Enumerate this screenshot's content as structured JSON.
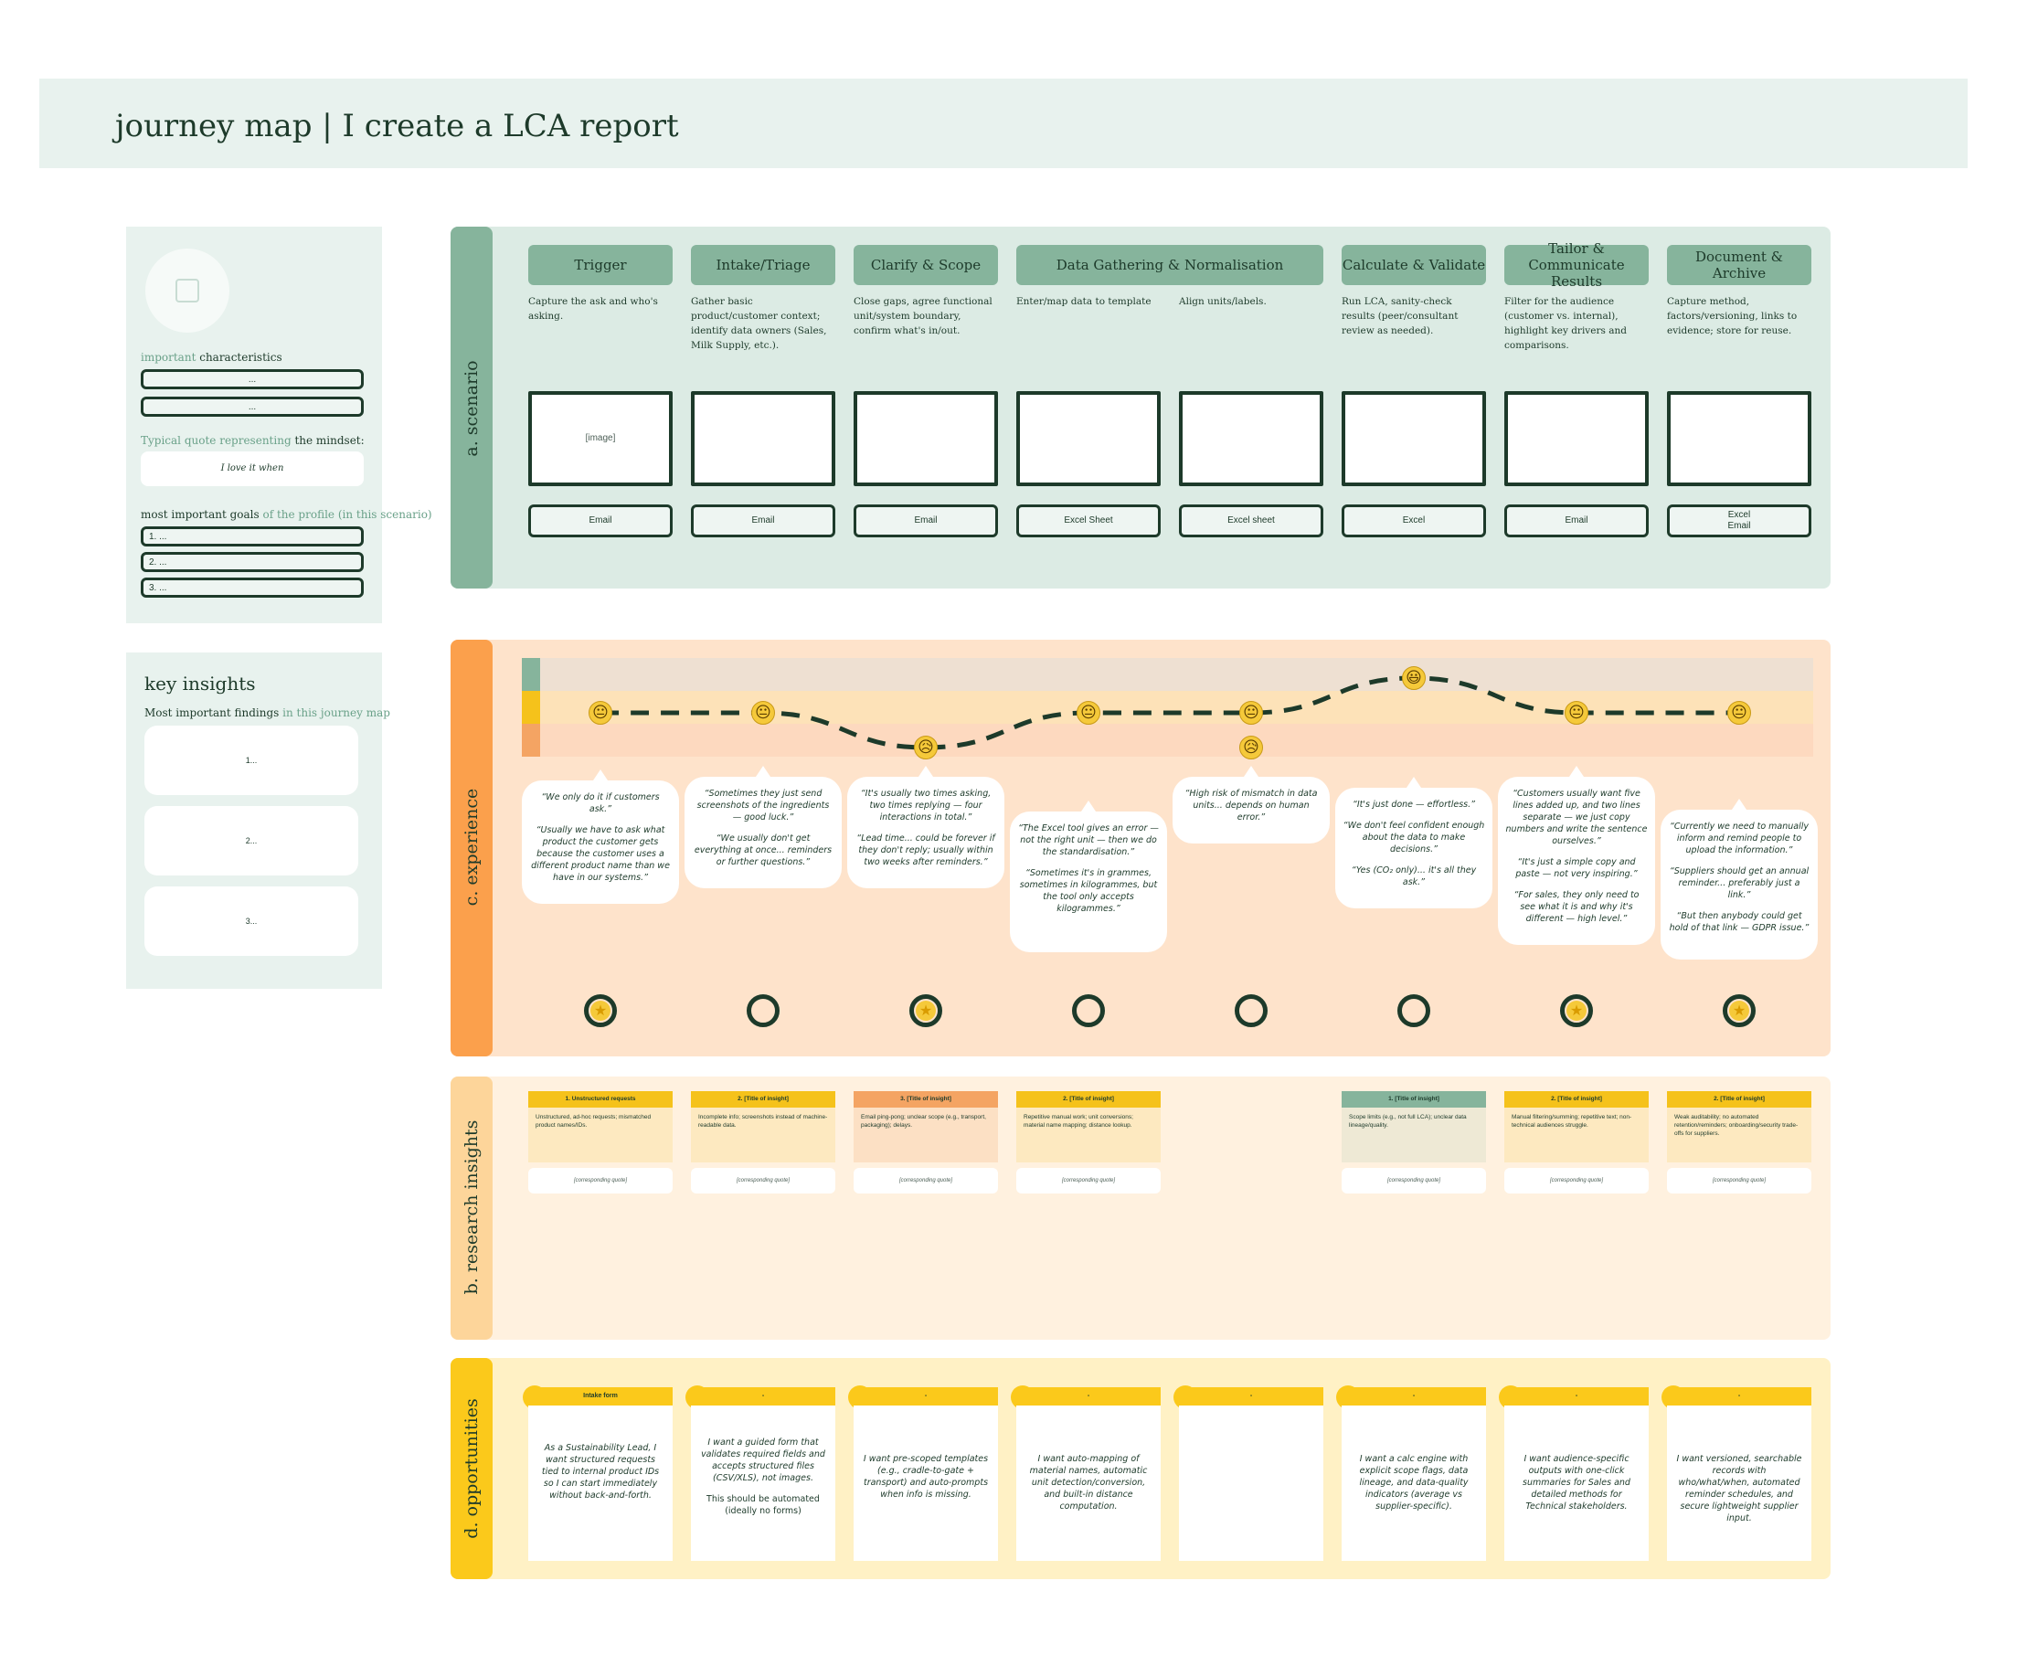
{
  "header": {
    "title": "journey map | I create a LCA report"
  },
  "profile": {
    "characteristics_label_muted": "important",
    "characteristics_label": "characteristics",
    "characteristics": [
      "...",
      "..."
    ],
    "quote_label_muted": "Typical quote representing",
    "quote_label": "the mindset:",
    "quote": "I love it when",
    "goals_label": "most important goals",
    "goals_label_muted": "of the profile (in this scenario)",
    "goals": [
      "1. ...",
      "2. ...",
      "3. ..."
    ]
  },
  "insights": {
    "title": "key insights",
    "subtitle": "Most important findings",
    "subtitle_muted": "in this journey map",
    "items": [
      "1...",
      "2...",
      "3..."
    ]
  },
  "sections": {
    "scenario": "a. scenario",
    "experience": "c. experience",
    "research": "b. research insights",
    "opportunities": "d. opportunities"
  },
  "stages": [
    {
      "label": "Trigger"
    },
    {
      "label": "Intake/Triage"
    },
    {
      "label": "Clarify & Scope"
    },
    {
      "label": "Data Gathering & Normalisation"
    },
    {
      "label": "Calculate & Validate"
    },
    {
      "label": "Tailor & Communicate Results"
    },
    {
      "label": "Document & Archive"
    }
  ],
  "steps": [
    {
      "desc": "Capture the ask and who's asking.",
      "image": "[image]",
      "tool": "Email"
    },
    {
      "desc": "Gather basic product/customer context; identify data owners (Sales, Milk Supply, etc.).",
      "image": "",
      "tool": "Email"
    },
    {
      "desc": "Close gaps, agree functional unit/system boundary, confirm what's in/out.",
      "image": "",
      "tool": "Email"
    },
    {
      "desc": "Enter/map data to template",
      "image": "",
      "tool": "Excel Sheet"
    },
    {
      "desc": "Align units/labels.",
      "image": "",
      "tool": "Excel sheet"
    },
    {
      "desc": "Run LCA, sanity-check results (peer/consultant review as needed).",
      "image": "",
      "tool": "Excel"
    },
    {
      "desc": "Filter for the audience (customer vs. internal), highlight key drivers and comparisons.",
      "image": "",
      "tool": "Email"
    },
    {
      "desc": "Capture method, factors/versioning, links to evidence; store for reuse.",
      "image": "",
      "tool": "Excel\nEmail"
    }
  ],
  "experience": {
    "faces": [
      "😐",
      "😐",
      "😥",
      "😐",
      "😐",
      "😃",
      "😐",
      "😐"
    ],
    "extra_face": "😥",
    "star": "★",
    "quotes": [
      [
        "“We only do it if customers ask.”",
        "“Usually we have to ask what product the customer gets because the customer uses a different product name than we have in our systems.”"
      ],
      [
        "“Sometimes they just send screenshots of the ingredients — good luck.”",
        "“We usually don't get everything at once... reminders or further questions.”"
      ],
      [
        "“It's usually two times asking, two times replying — four interactions in total.”",
        "“Lead time... could be forever if they don't reply; usually within two weeks after reminders.”"
      ],
      [
        "“The Excel tool gives an error — not the right unit — then we do the standardisation.”",
        "“Sometimes it's in grammes, sometimes in kilogrammes, but the tool only accepts kilogrammes.”"
      ],
      [
        "“High risk of mismatch in data units... depends on human error.”"
      ],
      [
        "“It's just done — effortless.”",
        "“We don't feel confident enough about the data to make decisions.”",
        "“Yes (CO₂ only)... it's all they ask.”"
      ],
      [
        "“Customers usually want five lines added up, and two lines separate — we just copy numbers and write the sentence ourselves.”",
        "“It's just a simple copy and paste — not very inspiring.”",
        "“For sales, they only need to see what it is and why it's different — high level.”"
      ],
      [
        "“Currently we need to manually inform and remind people to upload the information.”",
        "“Suppliers should get an annual reminder... preferably just a link.”",
        "“But then anybody could get hold of that link — GDPR issue.”"
      ]
    ],
    "ratings": [
      {
        "value": 5,
        "emotion": "neutral",
        "starred": true
      },
      {
        "value": 5,
        "emotion": "neutral",
        "starred": false
      },
      {
        "value": 4,
        "emotion": "sad",
        "starred": true
      },
      {
        "value": 5,
        "emotion": "neutral",
        "starred": false
      },
      {
        "value": 5,
        "emotion": "neutral",
        "starred": false
      },
      {
        "value": 6,
        "emotion": "happy",
        "starred": false
      },
      {
        "value": 5,
        "emotion": "neutral",
        "starred": true
      },
      {
        "value": 5,
        "emotion": "neutral",
        "starred": true
      }
    ],
    "band_colors": [
      "#86b49c",
      "#f5c21b",
      "#f4a463"
    ]
  },
  "research": [
    {
      "title": "1. Unstructured requests",
      "body": "Unstructured, ad-hoc requests; mismatched product names/IDs.",
      "quote": "[corresponding quote]",
      "color": "#f5c21b",
      "bg": "#fde9c0"
    },
    {
      "title": "2. [Title of insight]",
      "body": "Incomplete info; screenshots instead of machine-readable data.",
      "quote": "[corresponding quote]",
      "color": "#f5c21b",
      "bg": "#fde9c0"
    },
    {
      "title": "3. [Title of insight]",
      "body": "Email ping-pong; unclear scope (e.g., transport, packaging); delays.",
      "quote": "[corresponding quote]",
      "color": "#f4a463",
      "bg": "#fce0c4"
    },
    {
      "title": "2. [Title of insight]",
      "body": "Repetitive manual work; unit conversions; material name mapping; distance lookup.",
      "quote": "[corresponding quote]",
      "color": "#f5c21b",
      "bg": "#fde9c0"
    },
    null,
    {
      "title": "1. [Title of insight]",
      "body": "Scope limits (e.g., not full LCA); unclear data lineage/quality.",
      "quote": "[corresponding quote]",
      "color": "#86b49c",
      "bg": "#eee9d5"
    },
    {
      "title": "2. [Title of insight]",
      "body": "Manual filtering/summing; repetitive text; non-technical audiences struggle.",
      "quote": "[corresponding quote]",
      "color": "#f5c21b",
      "bg": "#fde9c0"
    },
    {
      "title": "2. [Title of insight]",
      "body": "Weak auditability; no automated retention/reminders; onboarding/security trade-offs for suppliers.",
      "quote": "[corresponding quote]",
      "color": "#f5c21b",
      "bg": "#fde9c0"
    }
  ],
  "opportunities": [
    {
      "title": "Intake form",
      "body": "As a Sustainability Lead, I want structured requests tied to internal product IDs so I can start immediately without back-and-forth.",
      "note": ""
    },
    {
      "title": "-",
      "body": "I want a guided form that validates required fields and accepts structured files (CSV/XLS), not images.",
      "note": "This should be automated (ideally no forms)"
    },
    {
      "title": "-",
      "body": "I want pre-scoped templates (e.g., cradle-to-gate + transport) and auto-prompts when info is missing.",
      "note": ""
    },
    {
      "title": "-",
      "body": "I want auto-mapping of material names, automatic unit detection/conversion, and built-in distance computation.",
      "note": ""
    },
    {
      "title": "-",
      "body": "",
      "note": ""
    },
    {
      "title": "-",
      "body": "I want a calc engine with explicit scope flags, data lineage, and data-quality indicators (average vs supplier-specific).",
      "note": ""
    },
    {
      "title": "-",
      "body": "I want audience-specific outputs with one-click summaries for Sales and detailed methods for Technical stakeholders.",
      "note": ""
    },
    {
      "title": "-",
      "body": "I want versioned, searchable records with who/what/when, automated reminder schedules, and secure lightweight supplier input.",
      "note": ""
    }
  ]
}
